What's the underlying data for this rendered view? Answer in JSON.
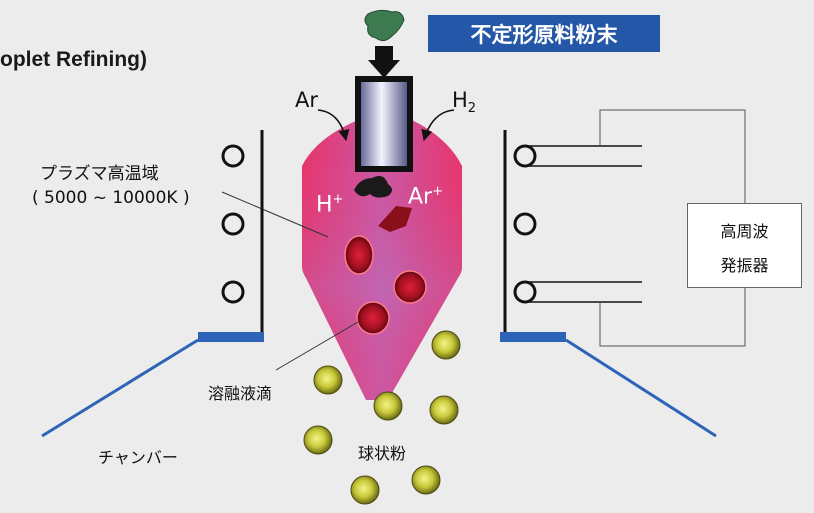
{
  "title": "oplet Refining)",
  "banner": "不定形原料粉末",
  "labels": {
    "ar_gas": "Ar",
    "h2_gas": "H",
    "h2_subscript": "2",
    "plasma_region_line1": "プラズマ高温域",
    "plasma_region_line2": "( 5000 ~ 10000K )",
    "h_ion": "H",
    "ar_ion": "Ar",
    "ion_charge": "+",
    "molten_droplets": "溶融液滴",
    "spherical_powder": "球状粉",
    "chamber": "チャンバー"
  },
  "generator": {
    "line1": "高周波",
    "line2": "発振器"
  },
  "colors": {
    "banner": "#2457a8",
    "plasma": "#e23a6a",
    "droplet": "#b5122a",
    "powder": "#d6d63a",
    "raw_powder": "#3d7a50",
    "chamber_wall": "#2e64b8"
  }
}
